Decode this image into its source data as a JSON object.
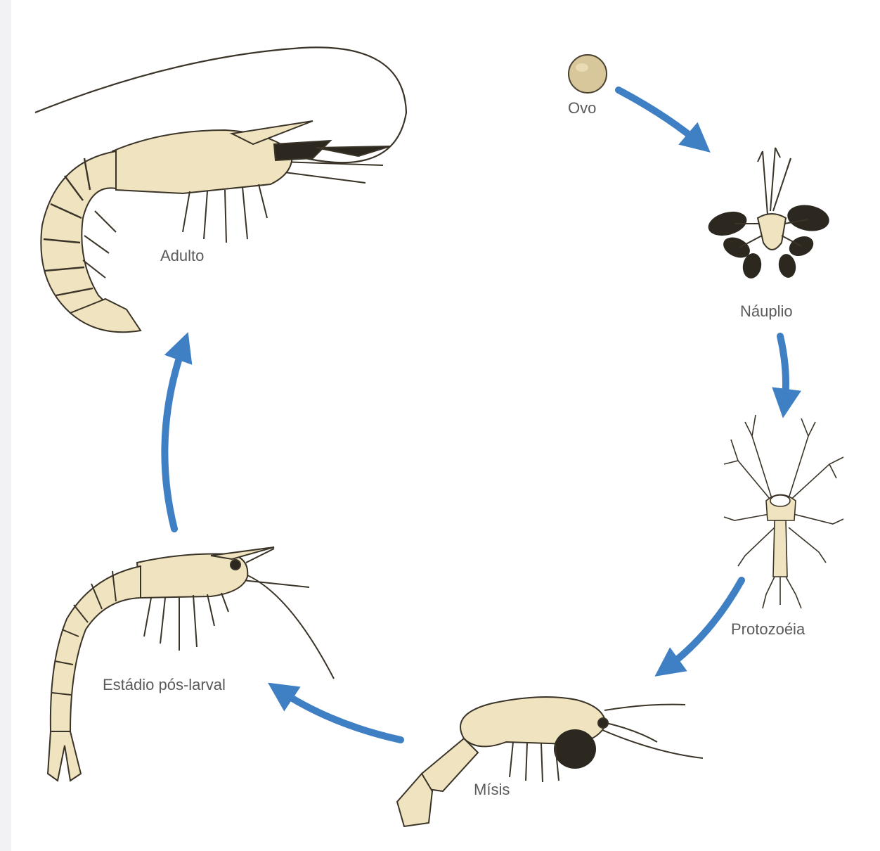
{
  "stages": {
    "ovo": "Ovo",
    "nauplio": "Náuplio",
    "protozoeia": "Protozoéia",
    "misis": "Mísis",
    "pos_larval": "Estádio pós-larval",
    "adulto": "Adulto"
  },
  "colors": {
    "arrow": "#3f7fc4",
    "body_fill": "#efe4bf",
    "outline": "#3a3328",
    "dark_appendage": "#2c2820",
    "label": "#5a5a5a"
  }
}
